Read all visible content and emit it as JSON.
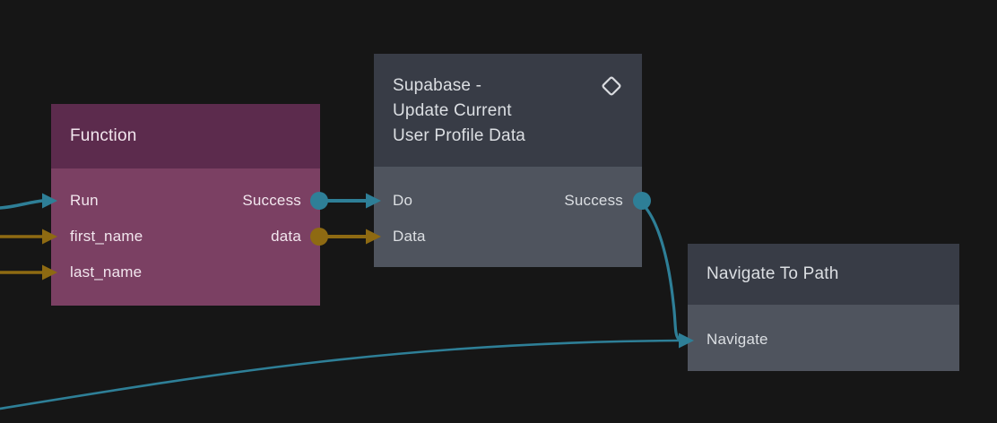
{
  "colors": {
    "background": "#161616",
    "signal_wire": "#2e7f97",
    "data_wire": "#8e6a12",
    "function_header": "#5c2b4d",
    "function_body": "#7b4063",
    "function_text": "#f2e6ee",
    "node_header": "#383c46",
    "node_body": "#4f545e",
    "node_text": "#dcdfe3"
  },
  "nodes": {
    "function": {
      "title": "Function",
      "inputs": [
        {
          "label": "Run",
          "type": "signal"
        },
        {
          "label": "first_name",
          "type": "data"
        },
        {
          "label": "last_name",
          "type": "data"
        }
      ],
      "outputs": [
        {
          "label": "Success",
          "type": "signal"
        },
        {
          "label": "data",
          "type": "data"
        }
      ]
    },
    "supabase": {
      "title_line1": "Supabase -",
      "title_line2": "Update Current",
      "title_line3": "User Profile Data",
      "icon": "component-diamond-icon",
      "inputs": [
        {
          "label": "Do",
          "type": "signal"
        },
        {
          "label": "Data",
          "type": "data"
        }
      ],
      "outputs": [
        {
          "label": "Success",
          "type": "signal"
        }
      ]
    },
    "navigate": {
      "title": "Navigate To Path",
      "inputs": [
        {
          "label": "Navigate",
          "type": "signal"
        }
      ]
    }
  }
}
